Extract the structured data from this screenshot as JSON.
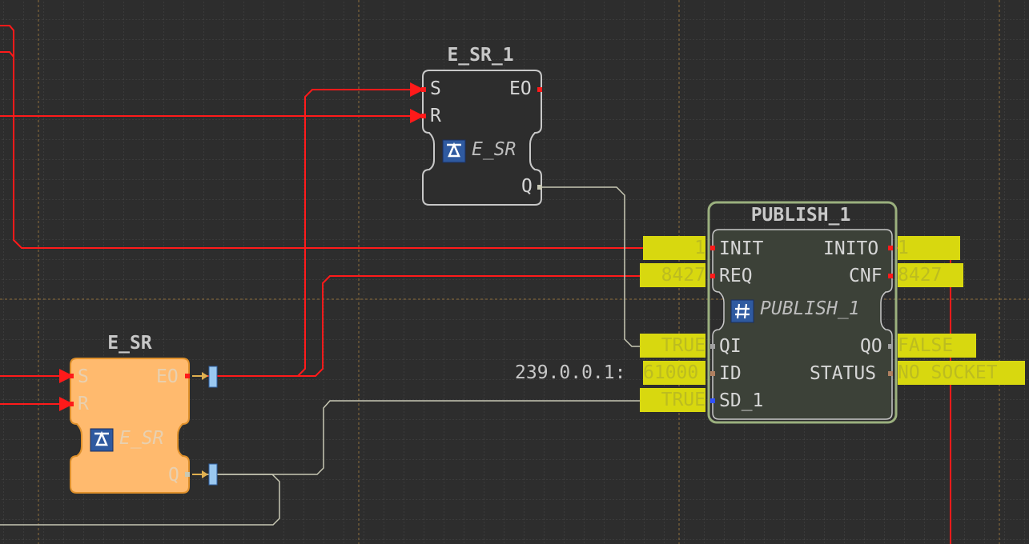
{
  "blocks": {
    "e_sr_1": {
      "name": "E_SR_1",
      "type": "E_SR",
      "pins": {
        "s": "S",
        "r": "R",
        "eo": "EO",
        "q": "Q"
      }
    },
    "e_sr": {
      "name": "E_SR",
      "type": "E_SR",
      "pins": {
        "s": "S",
        "r": "R",
        "eo": "EO",
        "q": "Q"
      }
    },
    "publish_1": {
      "name": "PUBLISH_1",
      "type": "PUBLISH_1",
      "pins": {
        "init": "INIT",
        "req": "REQ",
        "qi": "QI",
        "id": "ID",
        "sd_1": "SD_1",
        "inito": "INITO",
        "cnf": "CNF",
        "qo": "QO",
        "status": "STATUS"
      }
    }
  },
  "watches": {
    "init": "1",
    "req": "8427",
    "qi": "TRUE",
    "id_prefix": "239.0.0.1:",
    "id_value": "61000",
    "sd_1": "TRUE",
    "inito": "1",
    "cnf": "8427",
    "qo": "FALSE",
    "status": "NO SOCKET"
  },
  "colors": {
    "background": "#2d2d2d",
    "grid": "#444444",
    "grid_major": "#a08040",
    "event_line": "#ff1a1a",
    "data_line": "#c8c8b4",
    "selected_block": "#ffba6e",
    "publish_block": "#3c4138",
    "publish_border": "#9bb07e",
    "watch_bg": "#d8d80f"
  },
  "icons": {
    "fb_type": "function-block-icon",
    "resource_type": "hash-icon"
  }
}
